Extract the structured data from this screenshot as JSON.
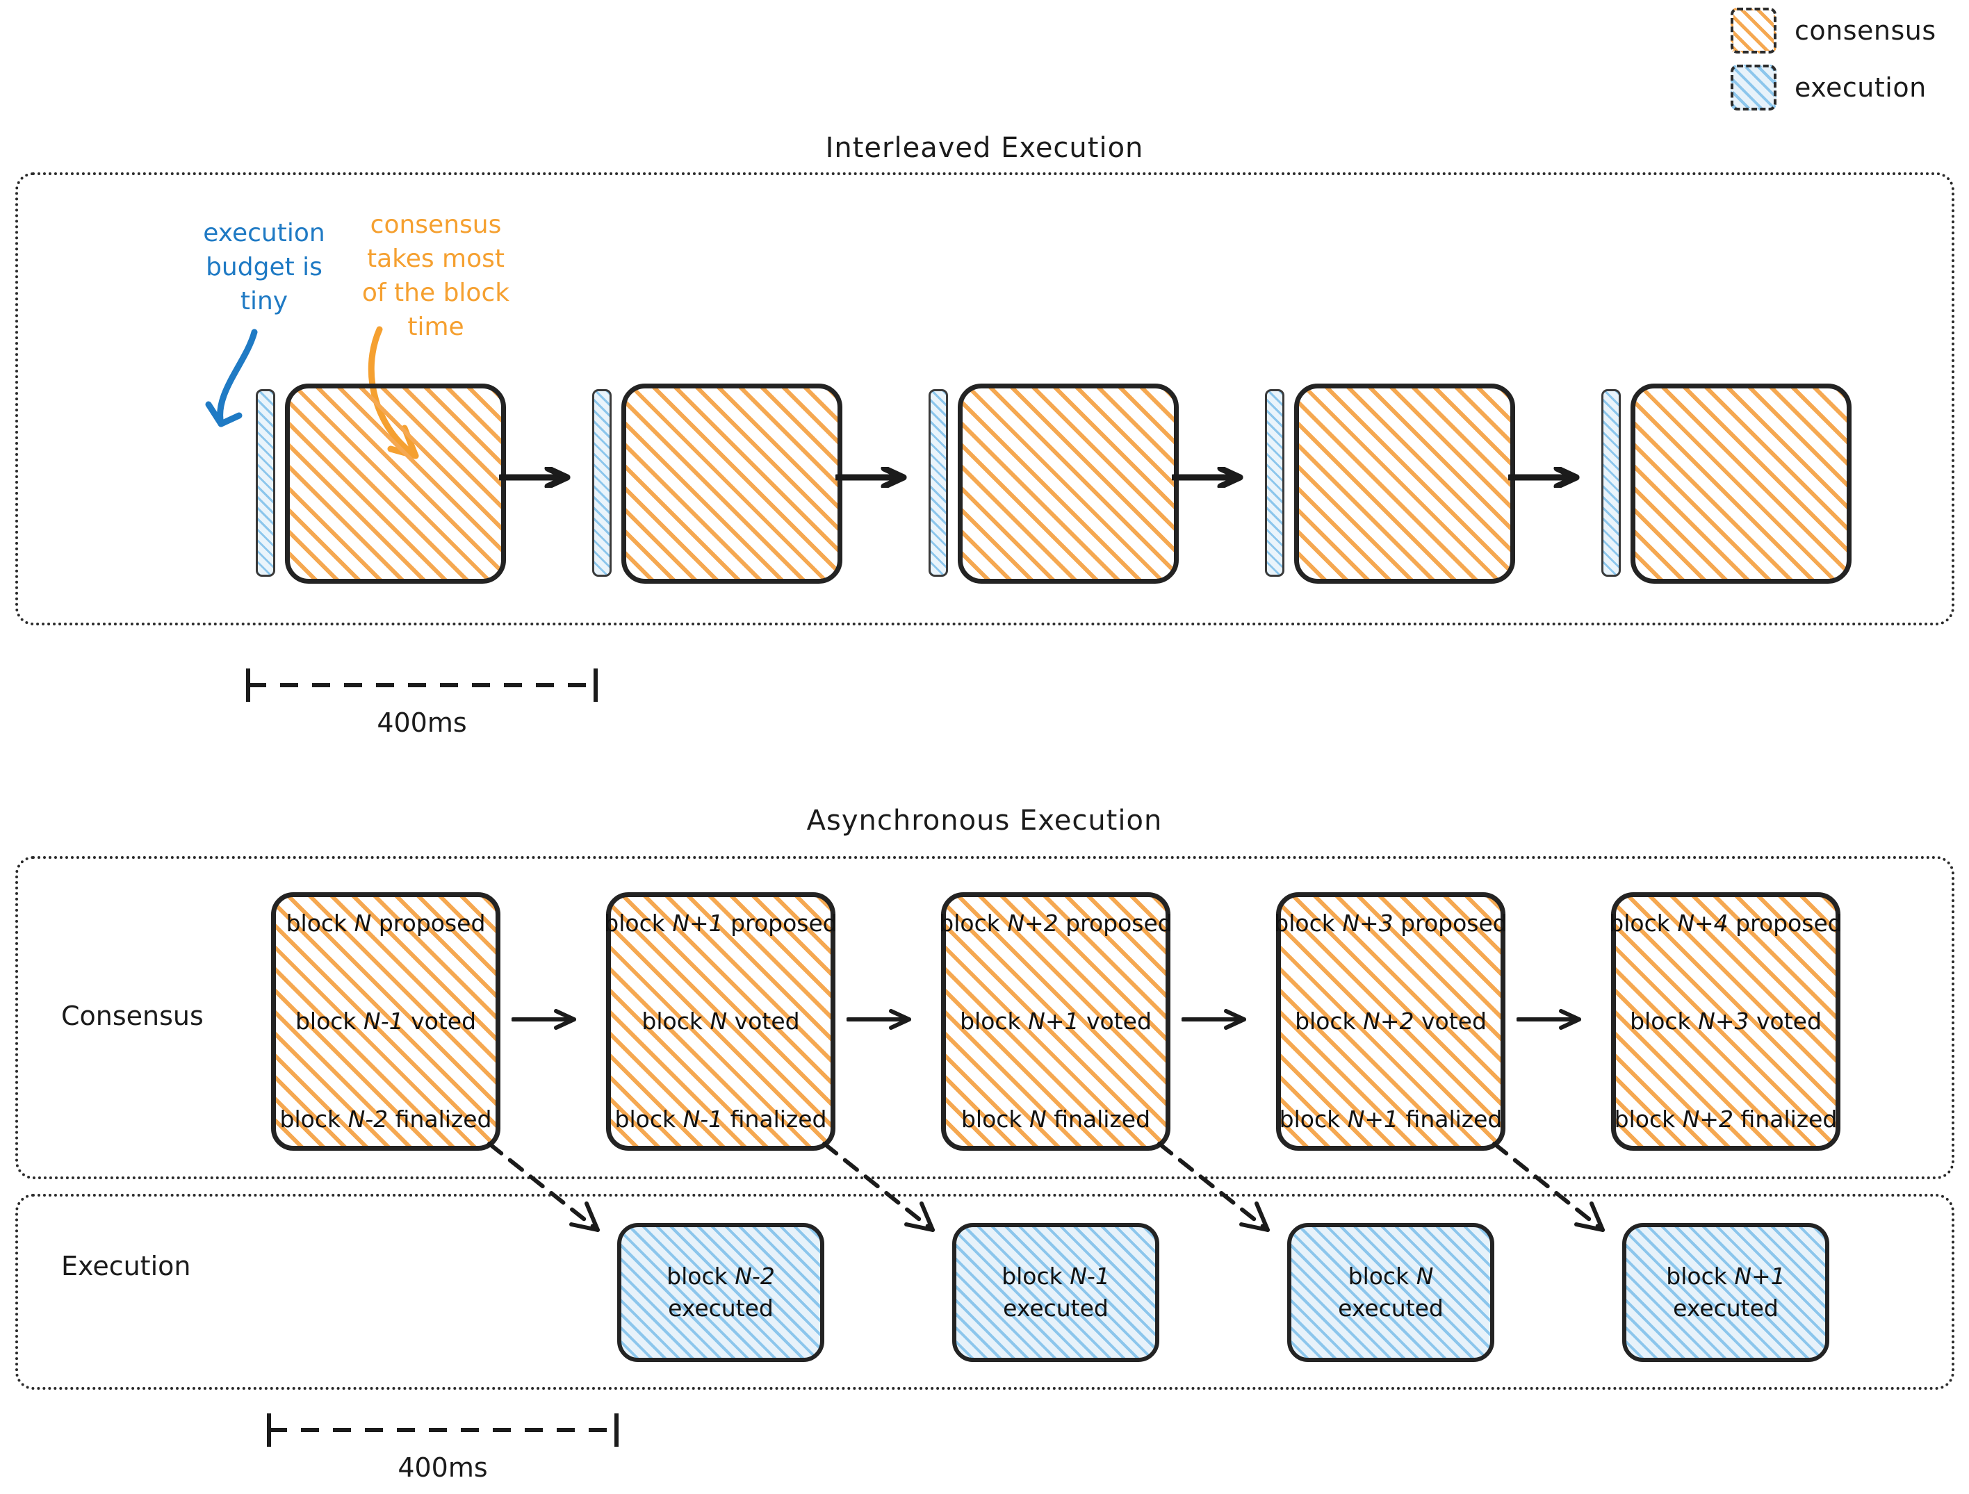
{
  "legend": {
    "items": [
      {
        "name": "consensus-swatch",
        "label": "consensus",
        "color": "#f5a851"
      },
      {
        "name": "execution-swatch",
        "label": "execution",
        "color": "#8cc6ec"
      }
    ]
  },
  "sections": {
    "interleaved": {
      "title": "Interleaved Execution",
      "annotations": [
        {
          "id": "execution-budget",
          "text": "execution budget is tiny",
          "color": "#1f7ac4"
        },
        {
          "id": "consensus-share",
          "text": "consensus takes most of the block time",
          "color": "#f5a030"
        }
      ],
      "blocks": [
        {
          "execution": "",
          "consensus": ""
        },
        {
          "execution": "",
          "consensus": ""
        },
        {
          "execution": "",
          "consensus": ""
        },
        {
          "execution": "",
          "consensus": ""
        },
        {
          "execution": "",
          "consensus": ""
        }
      ],
      "scale_label": "400ms"
    },
    "asynchronous": {
      "title": "Asynchronous Execution",
      "row_labels": {
        "consensus": "Consensus",
        "execution": "Execution"
      },
      "consensus_blocks": [
        {
          "proposed": "block N proposed",
          "voted": "block N-1 voted",
          "finalized": "block N-2 finalized"
        },
        {
          "proposed": "block N+1 proposed",
          "voted": "block N voted",
          "finalized": "block N-1 finalized"
        },
        {
          "proposed": "block N+2 proposed",
          "voted": "block N+1 voted",
          "finalized": "block N finalized"
        },
        {
          "proposed": "block N+3 proposed",
          "voted": "block N+2 voted",
          "finalized": "block N+1 finalized"
        },
        {
          "proposed": "block N+4 proposed",
          "voted": "block N+3 voted",
          "finalized": "block N+2 finalized"
        }
      ],
      "execution_blocks": [
        {
          "line1": "block N-2",
          "line2": "executed"
        },
        {
          "line1": "block N-1",
          "line2": "executed"
        },
        {
          "line1": "block N",
          "line2": "executed"
        },
        {
          "line1": "block N+1",
          "line2": "executed"
        }
      ],
      "scale_label": "400ms"
    }
  },
  "colors": {
    "consensus": "#f5a851",
    "execution": "#8cc6ec",
    "execution_fill": "#e7f2fa",
    "annotation_blue": "#1f7ac4",
    "annotation_orange": "#f5a030",
    "ink": "#232323"
  }
}
